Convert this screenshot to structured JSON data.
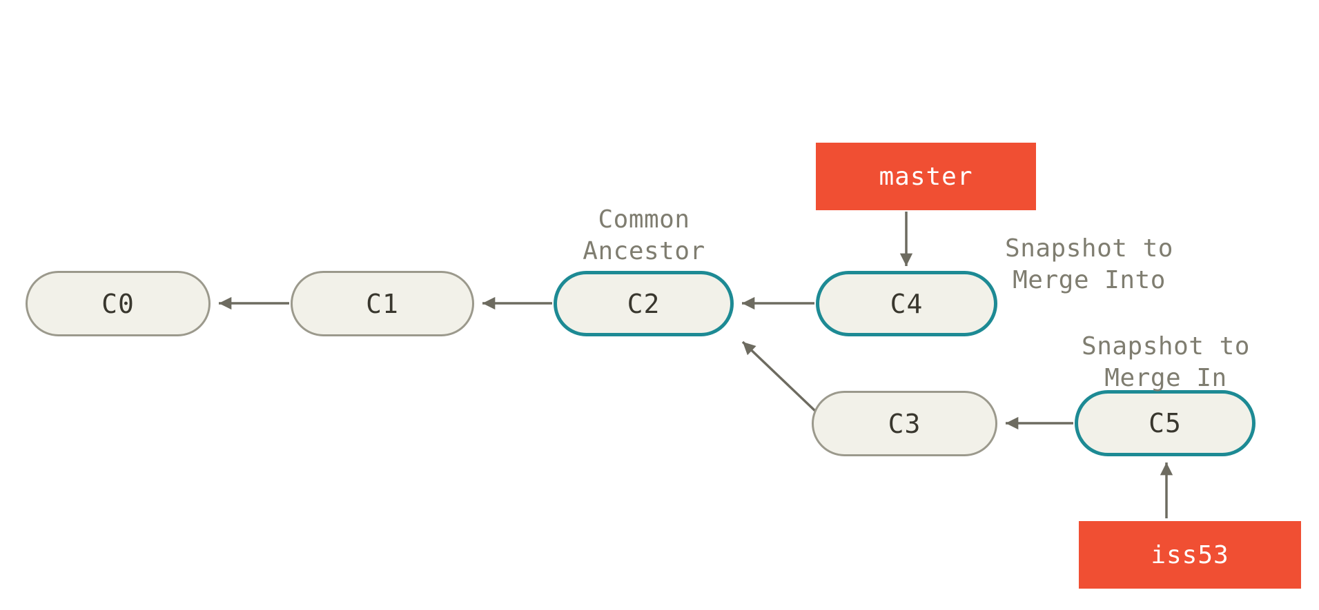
{
  "diagram": {
    "nodes": {
      "c0": {
        "label": "C0",
        "highlighted": false
      },
      "c1": {
        "label": "C1",
        "highlighted": false
      },
      "c2": {
        "label": "C2",
        "highlighted": true
      },
      "c3": {
        "label": "C3",
        "highlighted": false
      },
      "c4": {
        "label": "C4",
        "highlighted": true
      },
      "c5": {
        "label": "C5",
        "highlighted": true
      }
    },
    "branches": {
      "master": {
        "label": "master"
      },
      "iss53": {
        "label": "iss53"
      }
    },
    "annotations": {
      "common_ancestor": {
        "text": "Common\nAncestor"
      },
      "merge_into": {
        "text": "Snapshot to\nMerge Into"
      },
      "merge_in": {
        "text": "Snapshot to\nMerge In"
      }
    },
    "edges": [
      {
        "from": "C1",
        "to": "C0"
      },
      {
        "from": "C2",
        "to": "C1"
      },
      {
        "from": "C4",
        "to": "C2"
      },
      {
        "from": "C3",
        "to": "C2"
      },
      {
        "from": "C5",
        "to": "C3"
      },
      {
        "from": "master",
        "to": "C4"
      },
      {
        "from": "iss53",
        "to": "C5"
      }
    ],
    "colors": {
      "background": "#ffffff",
      "node_fill": "#f2f1e9",
      "node_border": "#9b998c",
      "highlight_border": "#1d8a94",
      "branch_fill": "#f04f33",
      "branch_text": "#ffffff",
      "arrow": "#6d6b60",
      "annotation_text": "#7f7d70",
      "node_text": "#39372e"
    }
  }
}
